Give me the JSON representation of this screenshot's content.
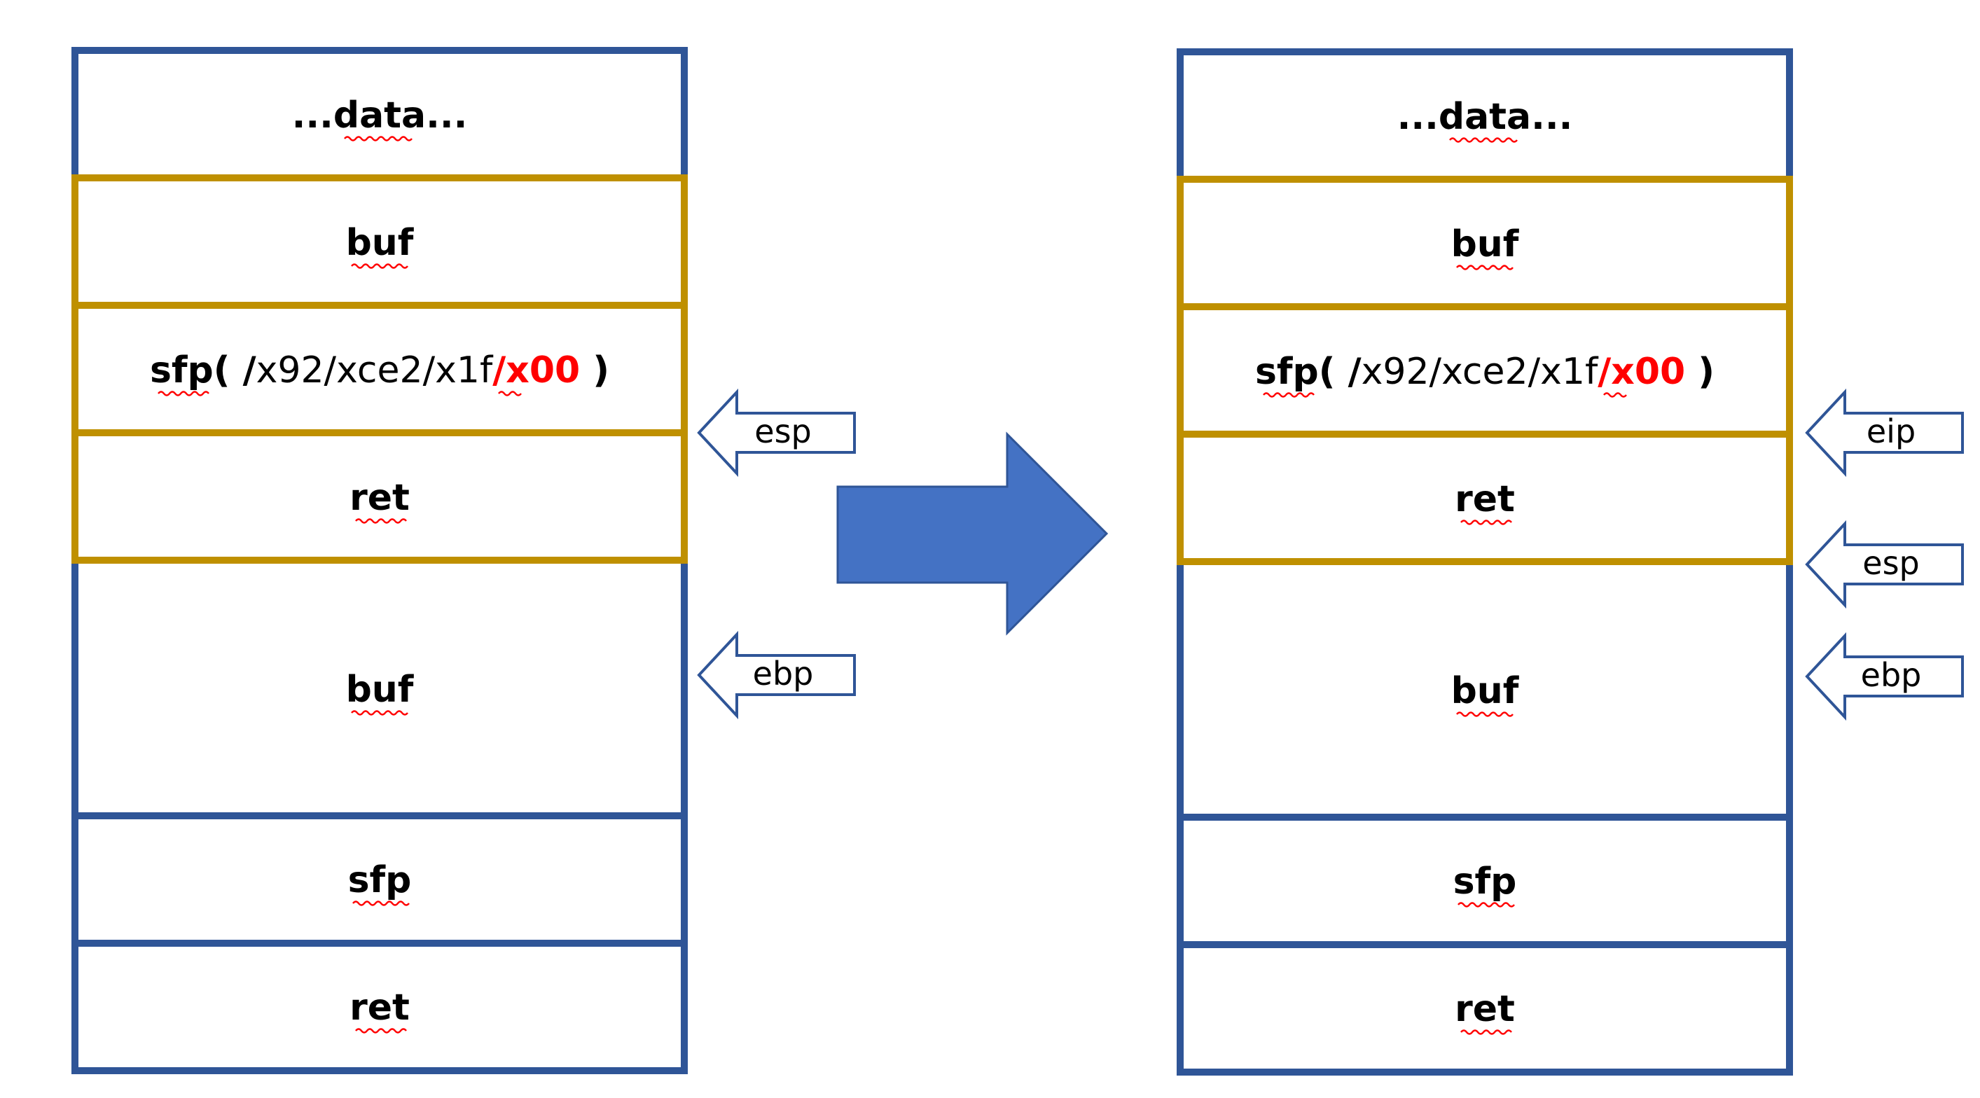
{
  "colors": {
    "outer": "#2f5597",
    "highlight": "#bf9000",
    "arrow_fill": "#4472c4",
    "arrow_stroke": "#2f5597",
    "pointer_stroke": "#2f5597",
    "red_text": "#ff0000",
    "spell_underline": "#ff0000"
  },
  "left_stack": {
    "cells": [
      {
        "label": "...data..."
      },
      {
        "label": "buf"
      },
      {
        "label_parts": [
          {
            "text": "sfp( ",
            "bold": true
          },
          {
            "text": "/",
            "bold": true
          },
          {
            "text": "x92/xce2/x1f",
            "bold": false
          },
          {
            "text": "/x00",
            "bold": true,
            "red": true
          },
          {
            "text": " )",
            "bold": true
          }
        ]
      },
      {
        "label": "ret"
      },
      {
        "label": "buf"
      },
      {
        "label": "sfp"
      },
      {
        "label": "ret"
      }
    ],
    "pointers": [
      {
        "label": "esp"
      },
      {
        "label": "ebp"
      }
    ]
  },
  "right_stack": {
    "cells": [
      {
        "label": "...data..."
      },
      {
        "label": "buf"
      },
      {
        "label_parts": [
          {
            "text": "sfp( ",
            "bold": true
          },
          {
            "text": "/",
            "bold": true
          },
          {
            "text": "x92/xce2/x1f",
            "bold": false
          },
          {
            "text": "/x00",
            "bold": true,
            "red": true
          },
          {
            "text": " )",
            "bold": true
          }
        ]
      },
      {
        "label": "ret"
      },
      {
        "label": "buf"
      },
      {
        "label": "sfp"
      },
      {
        "label": "ret"
      }
    ],
    "pointers": [
      {
        "label": "eip"
      },
      {
        "label": "esp"
      },
      {
        "label": "ebp"
      }
    ]
  }
}
